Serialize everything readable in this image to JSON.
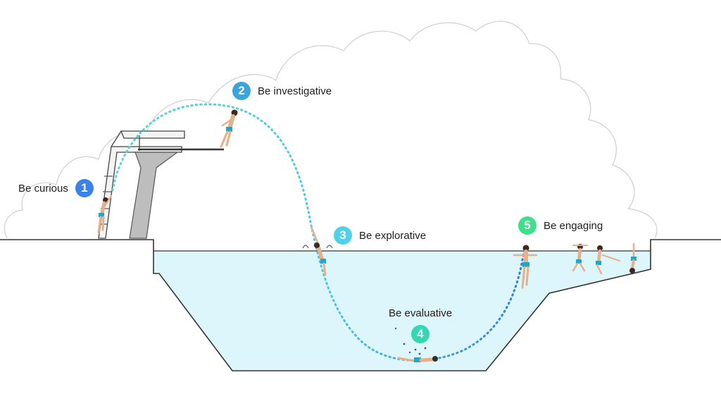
{
  "steps": [
    {
      "number": "1",
      "label": "Be curious",
      "color": "#3b82e8"
    },
    {
      "number": "2",
      "label": "Be investigative",
      "color": "#3aa4dc"
    },
    {
      "number": "3",
      "label": "Be explorative",
      "color": "#4fd1e9"
    },
    {
      "number": "4",
      "label": "Be evaluative",
      "color": "#35d6b4"
    },
    {
      "number": "5",
      "label": "Be engaging",
      "color": "#3ee08a"
    }
  ],
  "colors": {
    "water": "#ddf6fb",
    "outline": "#333333",
    "cloud": "#cfcfcf",
    "trajectory_start": "#5ad7c9",
    "trajectory_end": "#2f7fd8",
    "skin": "#e8b08a",
    "swimwear": "#1fa7c8"
  }
}
